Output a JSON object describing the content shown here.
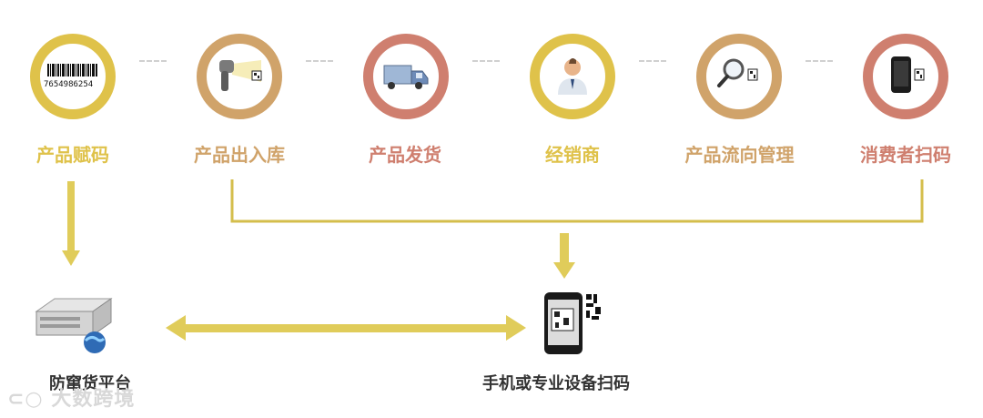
{
  "steps": [
    {
      "label": "产品赋码",
      "color": "#dfc24a",
      "icon": "barcode-icon",
      "barcode": "7654986254"
    },
    {
      "label": "产品出入库",
      "color": "#d0a36a",
      "icon": "scanner-icon"
    },
    {
      "label": "产品发货",
      "color": "#cf7f6f",
      "icon": "truck-icon"
    },
    {
      "label": "经销商",
      "color": "#dfc24a",
      "icon": "dealer-person-icon"
    },
    {
      "label": "产品流向管理",
      "color": "#d0a36a",
      "icon": "magnifier-qrcode-icon"
    },
    {
      "label": "消费者扫码",
      "color": "#cf7f6f",
      "icon": "phone-qrcode-icon"
    }
  ],
  "bottom": {
    "platform_label": "防窜货平台",
    "device_label": "手机或专业设备扫码"
  },
  "watermark": "大数跨境",
  "colors": {
    "connector": "#d4be4c",
    "arrow": "#e0cc5a"
  }
}
